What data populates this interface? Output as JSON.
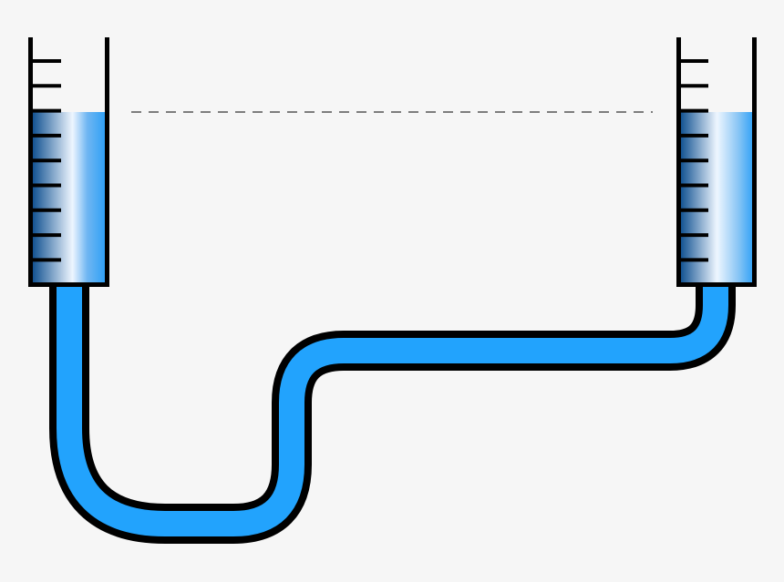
{
  "diagram": {
    "type": "communicating-vessels",
    "colors": {
      "background": "#f6f6f6",
      "tube_outline": "#000000",
      "liquid": "#22a3fd",
      "liquid_gradient_dark": "#0e4f8f",
      "liquid_gradient_light": "#eef6ff",
      "level_line": "#555555"
    },
    "vessels": [
      {
        "id": "left-vessel",
        "graduation_marks": 9,
        "liquid_level_mark": 2.5
      },
      {
        "id": "right-vessel",
        "graduation_marks": 9,
        "liquid_level_mark": 2.5
      }
    ],
    "level_line": {
      "style": "dashed",
      "meaning": "equal-liquid-level"
    }
  }
}
